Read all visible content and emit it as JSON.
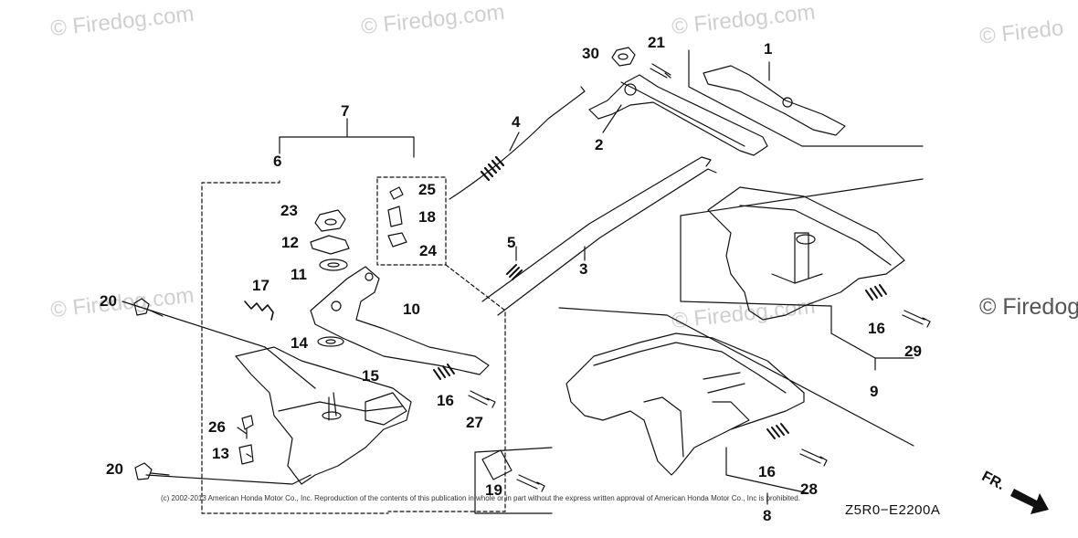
{
  "watermarks": [
    "© Firedog.com",
    "© Firedog.com",
    "© Firedog.com",
    "© Firedo",
    "© Firedog.com",
    "© Firedog.com",
    "© Firedog"
  ],
  "part_numbers": {
    "p1": "1",
    "p2": "2",
    "p3": "3",
    "p4": "4",
    "p5": "5",
    "p6": "6",
    "p7": "7",
    "p8": "8",
    "p9": "9",
    "p10": "10",
    "p11": "11",
    "p12": "12",
    "p13": "13",
    "p14": "14",
    "p15": "15",
    "p16a": "16",
    "p16b": "16",
    "p16c": "16",
    "p17": "17",
    "p18": "18",
    "p19": "19",
    "p20a": "20",
    "p20b": "20",
    "p21": "21",
    "p23": "23",
    "p24": "24",
    "p25": "25",
    "p26": "26",
    "p27": "27",
    "p28": "28",
    "p29": "29",
    "p30": "30"
  },
  "copyright": "(c) 2002-2013 American Honda Motor Co., Inc. Reproduction of the contents of this publication in whole or in part without the express written approval of American Honda Motor Co., Inc is prohibited.",
  "diagram_code": "Z5R0−E2200A",
  "direction_label": "FR."
}
